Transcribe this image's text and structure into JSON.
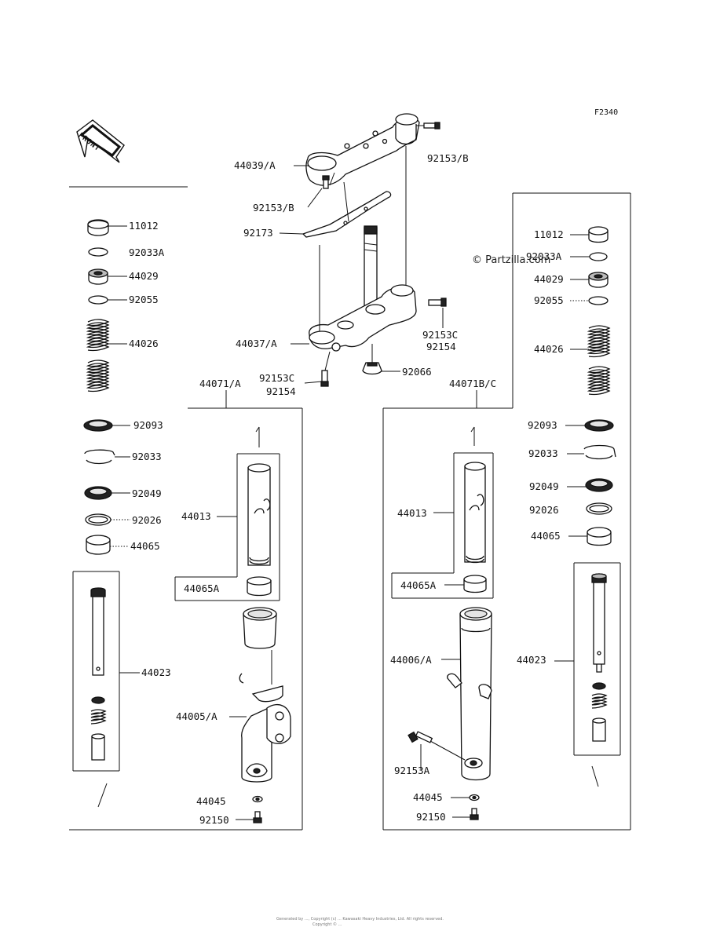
{
  "diagram": {
    "code": "F2340",
    "front_badge": "FRONT",
    "watermark": "© Partzilla.com",
    "footer_line1": "Generated by ..., Copyright (c) ...  Kawasaki Heavy Industries, Ltd. All rights reserved.",
    "footer_line2": "Copyright © ...",
    "labels": [
      "44039/A",
      "92153/B",
      "92153/B",
      "92173",
      "44037/A",
      "92153C",
      "92154",
      "92153C",
      "92154",
      "92066",
      "44071/A",
      "44071B/C",
      "11012",
      "92033A",
      "44029",
      "92055",
      "44026",
      "92093",
      "92033",
      "92049",
      "92026",
      "44065",
      "44023",
      "44013",
      "44065A",
      "44005/A",
      "44045",
      "92150",
      "11012",
      "92033A",
      "44029",
      "92055",
      "44026",
      "92093",
      "92033",
      "92049",
      "92026",
      "44065",
      "44013",
      "44065A",
      "44006/A",
      "44023",
      "92153A",
      "44045",
      "92150"
    ]
  }
}
